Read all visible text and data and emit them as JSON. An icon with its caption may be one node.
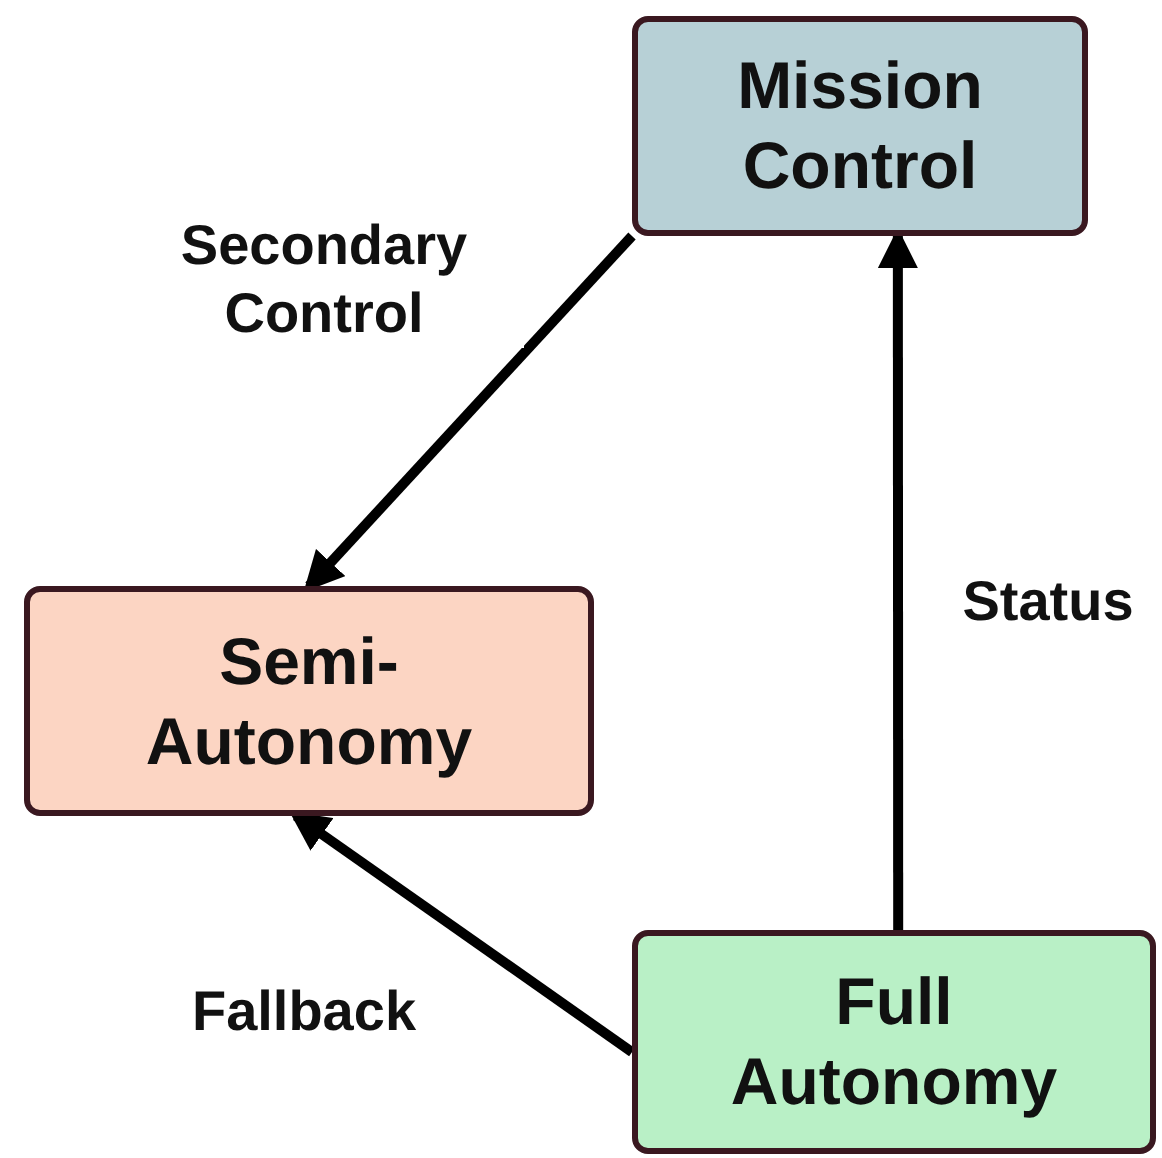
{
  "diagram": {
    "nodes": [
      {
        "text": [
          "Mission Control"
        ]
      },
      {
        "text": [
          "Semi-Autonomy"
        ]
      },
      {
        "text": [
          "Full Autonomy"
        ]
      }
    ],
    "edges": [
      {
        "from": 0,
        "to": 1,
        "arrow": "to",
        "label": "Secondary Control"
      },
      {
        "from": 2,
        "to": 0,
        "arrow": "to",
        "label": "Status"
      },
      {
        "from": 2,
        "to": 1,
        "arrow": "to",
        "label": "Fallback"
      }
    ]
  }
}
